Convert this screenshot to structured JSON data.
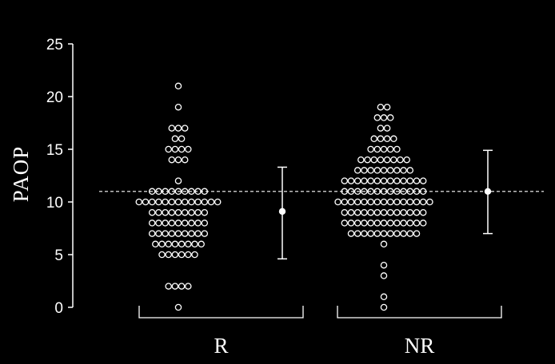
{
  "chart_data": {
    "type": "scatter",
    "subtype": "dot-plot",
    "title": "",
    "xlabel": "",
    "ylabel": "PAOP",
    "ylim": [
      0,
      25
    ],
    "yticks": [
      0,
      5,
      10,
      15,
      20,
      25
    ],
    "categories": [
      "R",
      "NR"
    ],
    "reference_line": {
      "y": 11,
      "style": "dashed"
    },
    "series": [
      {
        "name": "R",
        "values": [
          21,
          19,
          17,
          17,
          17,
          16,
          16,
          15,
          15,
          15,
          15,
          14,
          14,
          14,
          12,
          11,
          11,
          11,
          11,
          11,
          11,
          11,
          11,
          11,
          10,
          10,
          10,
          10,
          10,
          10,
          10,
          10,
          10,
          10,
          10,
          10,
          10,
          9,
          9,
          9,
          9,
          9,
          9,
          9,
          9,
          9,
          8,
          8,
          8,
          8,
          8,
          8,
          8,
          8,
          8,
          7,
          7,
          7,
          7,
          7,
          7,
          7,
          7,
          7,
          6,
          6,
          6,
          6,
          6,
          6,
          6,
          6,
          5,
          5,
          5,
          5,
          5,
          5,
          2,
          2,
          2,
          2,
          0
        ],
        "summary": {
          "mean": 9.1,
          "lower": 4.6,
          "upper": 13.3
        }
      },
      {
        "name": "NR",
        "values": [
          19,
          19,
          18,
          18,
          18,
          17,
          17,
          16,
          16,
          16,
          16,
          15,
          15,
          15,
          15,
          15,
          14,
          14,
          14,
          14,
          14,
          14,
          14,
          14,
          13,
          13,
          13,
          13,
          13,
          13,
          13,
          13,
          13,
          12,
          12,
          12,
          12,
          12,
          12,
          12,
          12,
          12,
          12,
          12,
          12,
          12,
          11,
          11,
          11,
          11,
          11,
          11,
          11,
          11,
          11,
          11,
          11,
          11,
          11,
          10,
          10,
          10,
          10,
          10,
          10,
          10,
          10,
          10,
          10,
          10,
          10,
          10,
          10,
          10,
          9,
          9,
          9,
          9,
          9,
          9,
          9,
          9,
          9,
          9,
          9,
          9,
          9,
          8,
          8,
          8,
          8,
          8,
          8,
          8,
          8,
          8,
          8,
          8,
          8,
          8,
          7,
          7,
          7,
          7,
          7,
          7,
          7,
          7,
          7,
          7,
          7,
          6,
          4,
          3,
          1,
          0
        ],
        "summary": {
          "mean": 11.0,
          "lower": 7.0,
          "upper": 14.9
        }
      }
    ],
    "colors": {
      "background": "#000000",
      "foreground": "#ffffff"
    }
  }
}
